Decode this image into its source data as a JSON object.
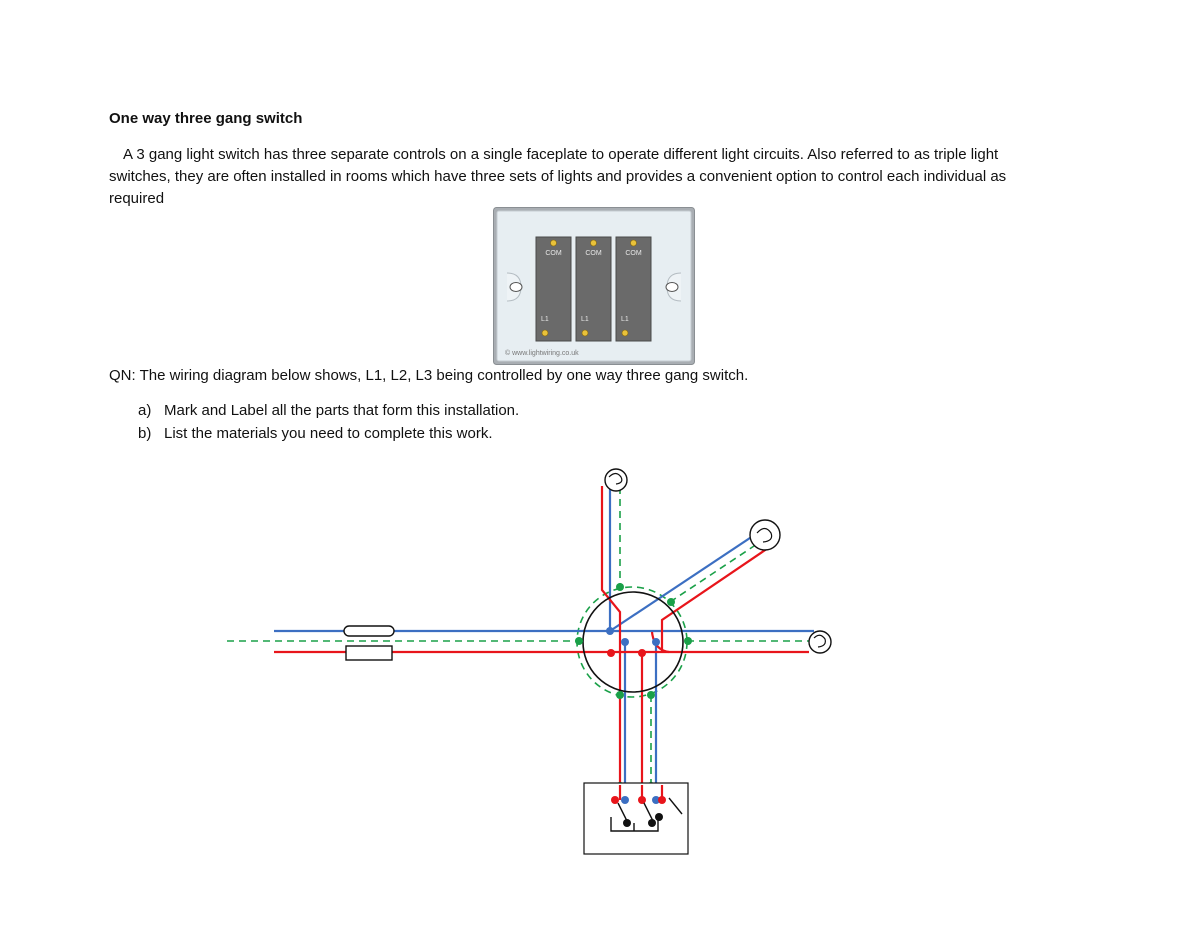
{
  "heading": "One way three gang switch",
  "paragraph": "A 3 gang light switch has three separate controls on a single faceplate to operate different light circuits. Also referred to as triple light switches, they are often installed in rooms which have three sets of lights and provides a convenient option to control each individual as required",
  "switch_image": {
    "labels_top": [
      "COM",
      "COM",
      "COM"
    ],
    "labels_bottom": [
      "L1",
      "L1",
      "L1"
    ],
    "credit": "© www.lightwiring.co.uk"
  },
  "question": "QN: The wiring diagram below shows, L1, L2, L3 being controlled by one way three gang switch.",
  "tasks": [
    {
      "letter": "a)",
      "text": "Mark and Label all the parts that form this installation."
    },
    {
      "letter": "b)",
      "text": "List the materials you need to complete this work."
    }
  ],
  "colors": {
    "live": "#e8151b",
    "neutral": "#3c6fc2",
    "earth": "#1aa048",
    "switch_switch_dark": "#6a6a6a",
    "plate": "#e7eef2"
  }
}
